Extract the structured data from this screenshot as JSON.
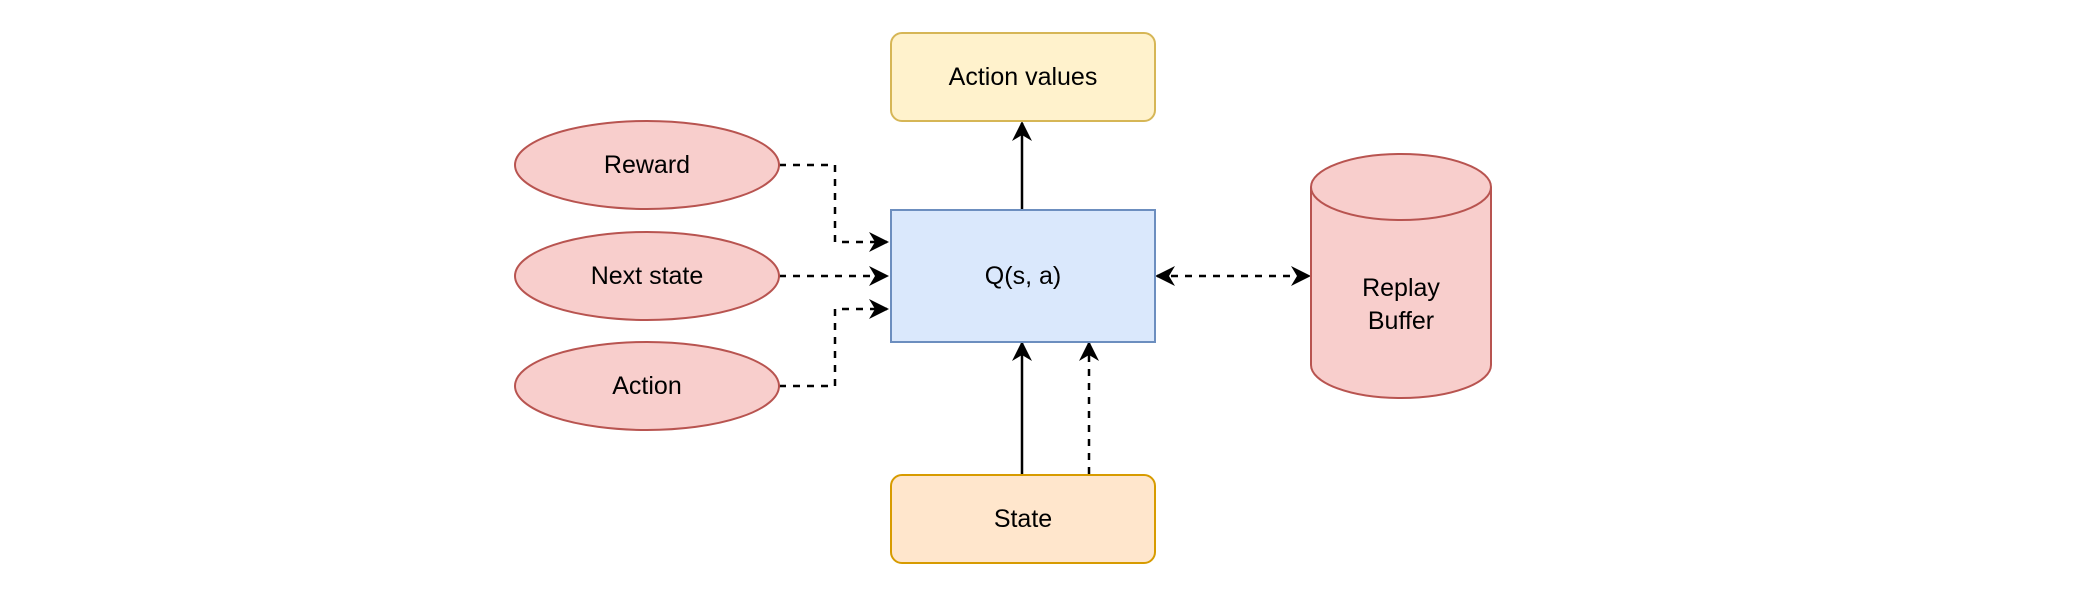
{
  "nodes": {
    "action_values": {
      "label": "Action values",
      "fill": "#fff2cc",
      "stroke": "#d6b656"
    },
    "q_function": {
      "label": "Q(s, a)",
      "fill": "#dae8fc",
      "stroke": "#6c8ebf"
    },
    "state": {
      "label": "State",
      "fill": "#ffe6cc",
      "stroke": "#d79b00"
    },
    "reward": {
      "label": "Reward",
      "fill": "#f8cecc",
      "stroke": "#b85450"
    },
    "next_state": {
      "label": "Next state",
      "fill": "#f8cecc",
      "stroke": "#b85450"
    },
    "action": {
      "label": "Action",
      "fill": "#f8cecc",
      "stroke": "#b85450"
    },
    "replay_buffer": {
      "label_line1": "Replay",
      "label_line2": "Buffer",
      "fill": "#f8cecc",
      "stroke": "#b85450"
    }
  },
  "edges": [
    {
      "from": "q_function",
      "to": "action_values",
      "style": "solid"
    },
    {
      "from": "state",
      "to": "q_function",
      "style": "solid"
    },
    {
      "from": "state",
      "to": "q_function",
      "style": "dashed"
    },
    {
      "from": "reward",
      "to": "q_function",
      "style": "dashed"
    },
    {
      "from": "next_state",
      "to": "q_function",
      "style": "dashed"
    },
    {
      "from": "action",
      "to": "q_function",
      "style": "dashed"
    },
    {
      "from": "q_function",
      "to": "replay_buffer",
      "style": "dashed-bidirectional"
    }
  ]
}
